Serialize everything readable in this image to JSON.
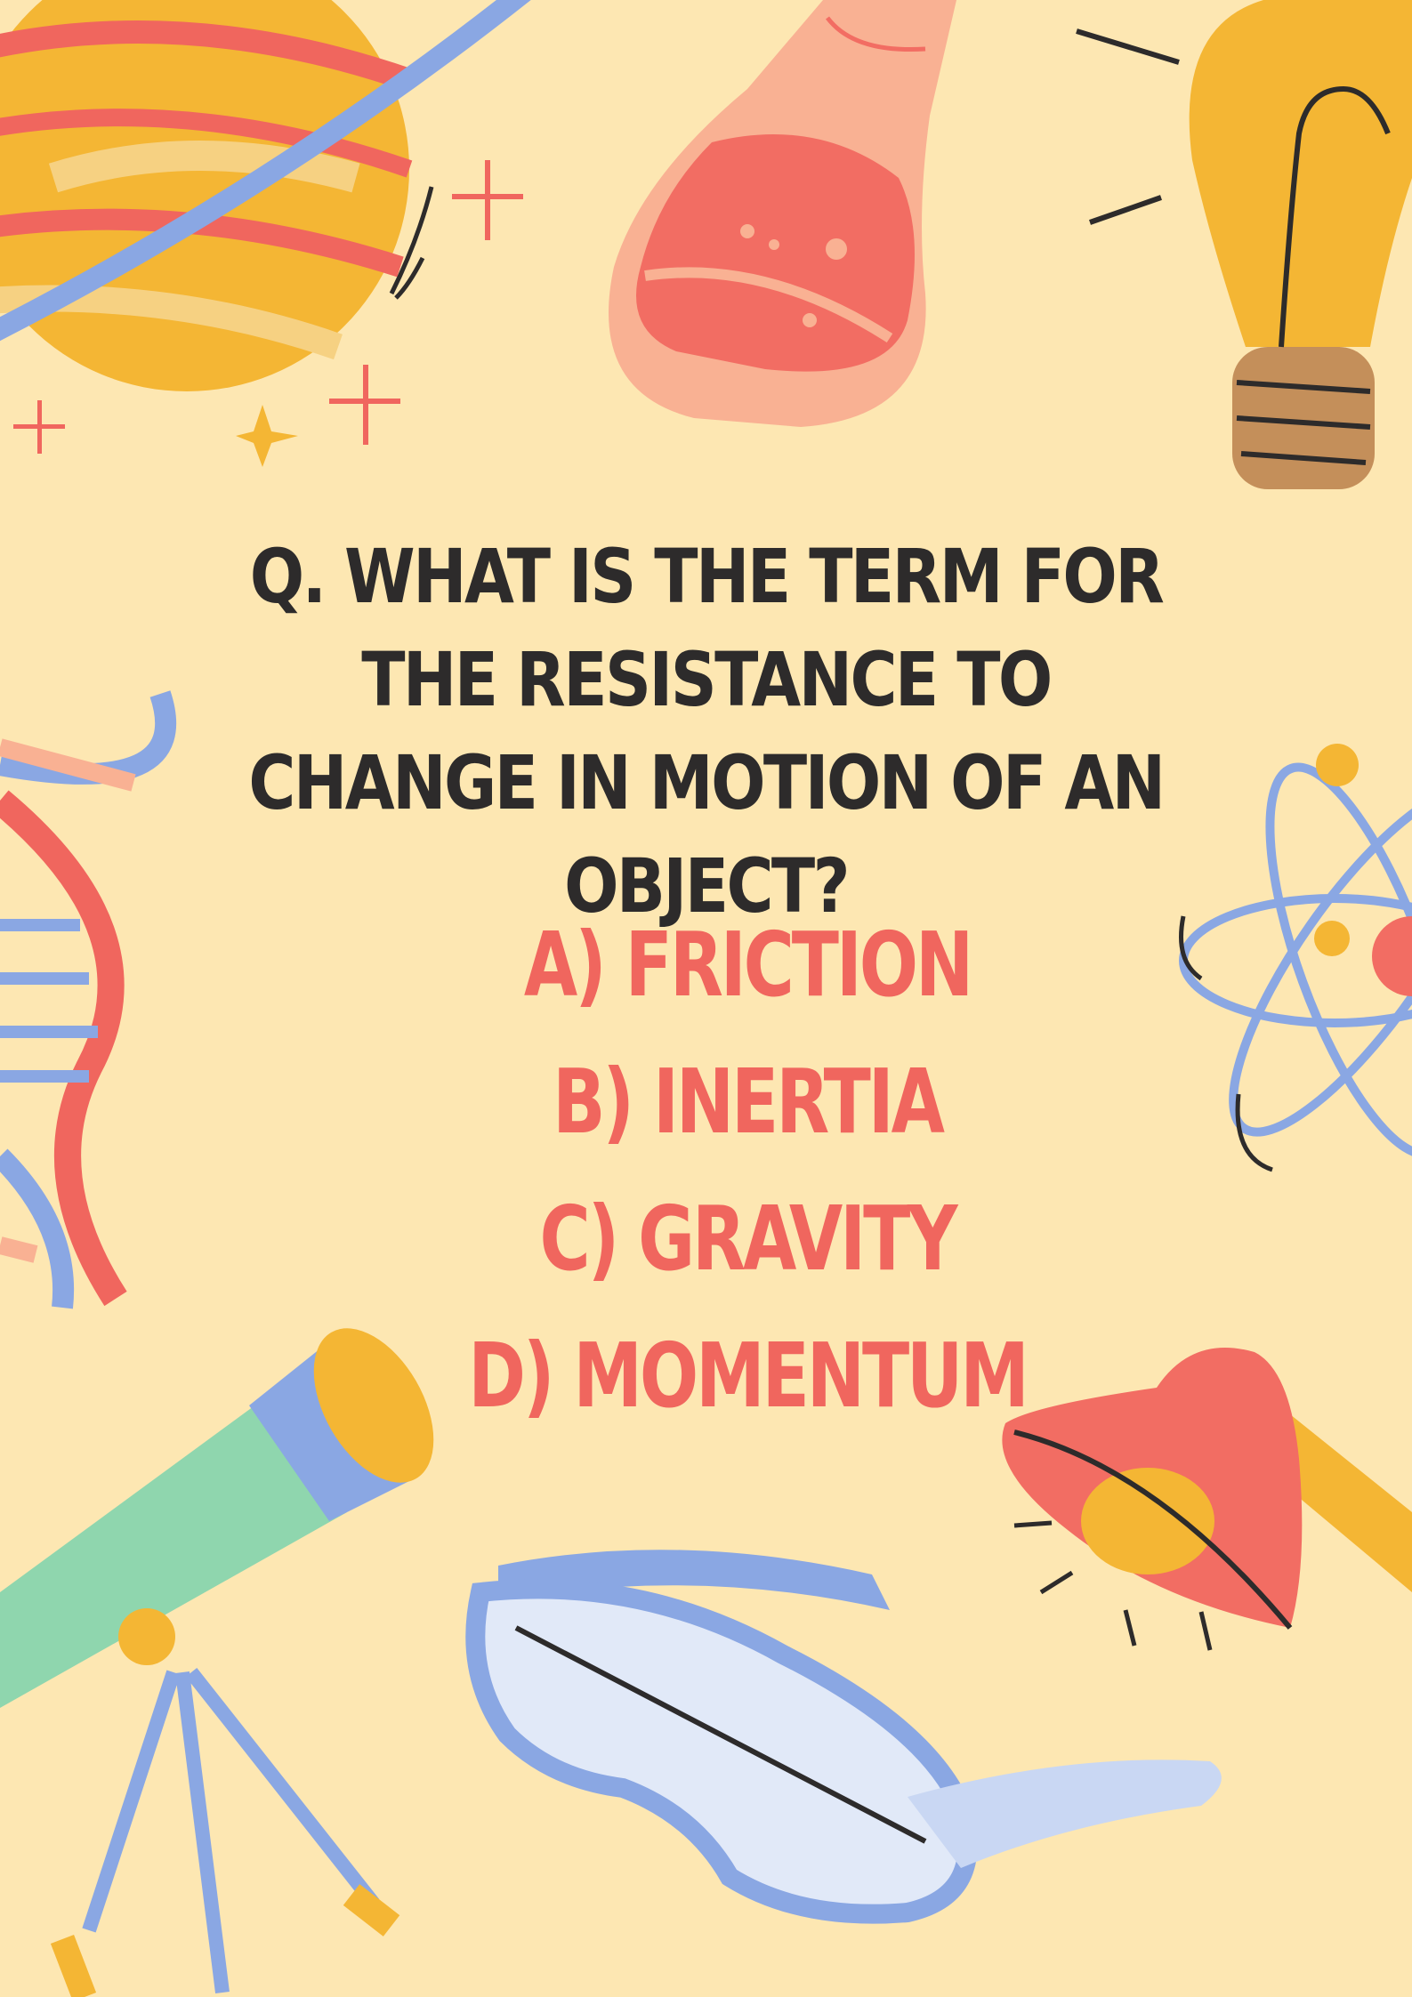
{
  "question": {
    "text": "Q. What is the term for the resistance to change in motion of an object?"
  },
  "options": [
    {
      "label": "A) Friction"
    },
    {
      "label": "B) Inertia"
    },
    {
      "label": "C) Gravity"
    },
    {
      "label": "D) Momentum"
    }
  ],
  "colors": {
    "background": "#fde7b2",
    "question_text": "#2d2b2b",
    "option_text": "#f0665e",
    "accent_yellow": "#f4b634",
    "accent_blue": "#8aa7e3",
    "accent_green": "#8fd6ae"
  },
  "decorations": [
    "planet-icon",
    "flask-icon",
    "light-bulb-icon",
    "dna-icon",
    "atom-icon",
    "telescope-icon",
    "safety-goggles-icon",
    "lamp-icon",
    "sparkle-icon"
  ]
}
